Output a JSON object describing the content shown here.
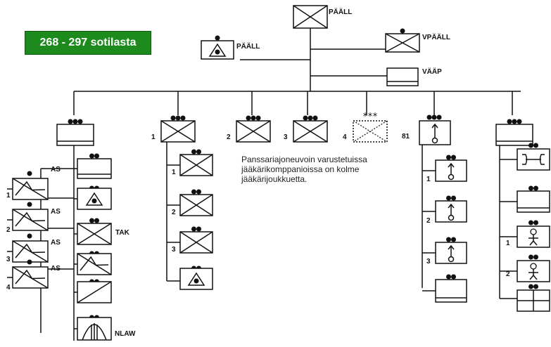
{
  "strength": "268 - 297 sotilasta",
  "labels": {
    "paall_top": "PÄÄLL",
    "paall_left": "PÄÄLL",
    "vpaall": "VPÄÄLL",
    "vaap": "VÄÄP",
    "n1": "1",
    "n2": "2",
    "n3": "3",
    "n4": "4",
    "n81": "81",
    "as1": "AS",
    "as2": "AS",
    "as3": "AS",
    "as4": "AS",
    "tak": "TAK",
    "nlaw": "NLAW",
    "hq_w1": "1",
    "hq_w2": "2",
    "hq_w3": "3",
    "hq_w4": "4",
    "p2_1": "1",
    "p2_2": "2",
    "p2_3": "3",
    "p6_1": "1",
    "p6_2": "2",
    "p6_3": "3",
    "p7_1": "1",
    "p7_2": "2"
  },
  "note_lines": [
    "Panssariajoneuvoin varustetuissa",
    "jääkärikomppanioissa on kolme",
    "jääkärijoukkuetta."
  ],
  "colors": {
    "badge_bg": "#1c8a1c",
    "line": "#111111"
  }
}
